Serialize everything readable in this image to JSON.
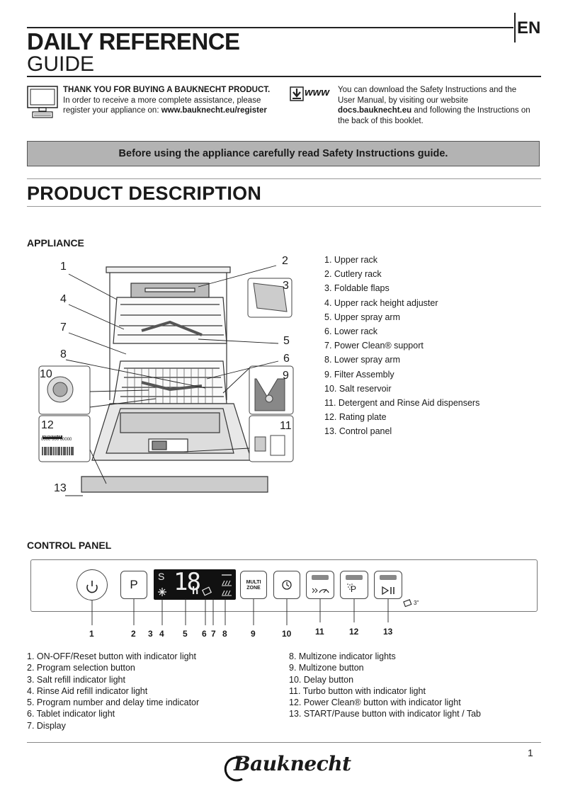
{
  "header": {
    "lang": "EN",
    "title_line1": "DAILY REFERENCE",
    "title_line2": "GUIDE"
  },
  "intro_left": {
    "line1": "THANK YOU FOR BUYING A BAUKNECHT PRODUCT.",
    "line2": "In order to receive a more complete assistance, please",
    "line3_prefix": "register your appliance on: ",
    "line3_link": "www.bauknecht.eu/register",
    "icon": "monitor-icon"
  },
  "intro_right": {
    "icon_text": "www",
    "line1": "You can download the Safety Instructions and the",
    "line2": "User Manual, by visiting our website",
    "line3_link": "docs.bauknecht.eu",
    "line3_suffix": " and following the Instructions on",
    "line4": "the back of this booklet.",
    "icon": "download-icon"
  },
  "banner": "Before using the appliance carefully read Safety Instructions guide.",
  "section_title": "PRODUCT  DESCRIPTION",
  "appliance": {
    "heading": "APPLIANCE",
    "items": [
      "1.  Upper rack",
      "2.  Cutlery rack",
      "3.  Foldable flaps",
      "4.  Upper rack height adjuster",
      "5.  Upper spray arm",
      "6.  Lower  rack",
      "7.  Power Clean® support",
      "8.  Lower spray arm",
      "9.  Filter Assembly",
      "10.  Salt reservoir",
      "11.  Detergent and Rinse Aid dispensers",
      "12.  Rating plate",
      "13.  Control panel"
    ],
    "callouts": [
      "1",
      "2",
      "3",
      "4",
      "5",
      "6",
      "7",
      "8",
      "9",
      "10",
      "11",
      "12",
      "13"
    ],
    "rating_plate_brand": "Bauknecht",
    "rating_plate_code": "0000 000 00000"
  },
  "control_panel": {
    "heading": "CONTROL PANEL",
    "program_label": "P",
    "multizone_label_1": "MULTI",
    "multizone_label_2": "ZONE",
    "display_digits": "18",
    "display_h": "h",
    "display_s": "S",
    "tab_hint": "3\"",
    "callouts": [
      "1",
      "2",
      "3",
      "4",
      "5",
      "6",
      "7",
      "8",
      "9",
      "10",
      "11",
      "12",
      "13"
    ],
    "legend_left": [
      "1.  ON-OFF/Reset button with indicator light",
      "2.  Program selection button",
      "3.  Salt refill indicator light",
      "4.  Rinse Aid refill indicator light",
      "5.  Program number and delay time indicator",
      "6.  Tablet indicator light",
      "7.  Display"
    ],
    "legend_right": [
      "8.  Multizone indicator lights",
      "9.  Multizone button",
      "10.  Delay button",
      "11.  Turbo button with indicator light",
      "12.  Power Clean® button with indicator light",
      "13.  START/Pause button with indicator light / Tab"
    ]
  },
  "footer": {
    "page_number": "1",
    "brand": "Bauknecht"
  }
}
